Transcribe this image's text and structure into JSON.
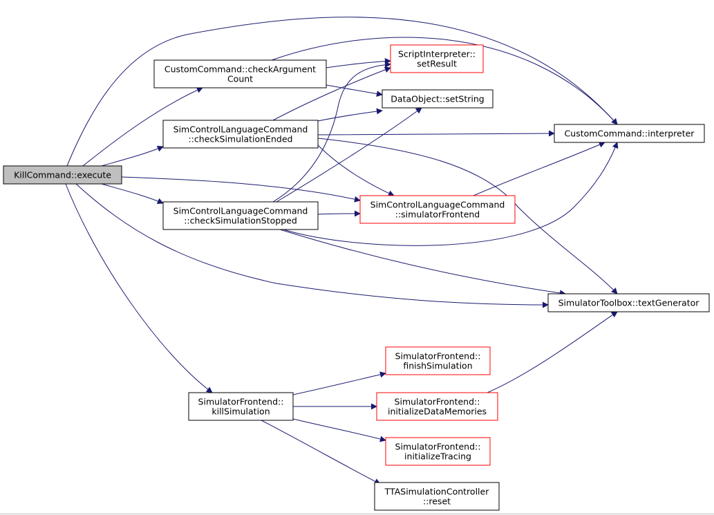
{
  "colors": {
    "edge": "#191970",
    "root_fill": "#bfbfbf",
    "node_fill": "#ffffff",
    "border_default": "#000000",
    "border_truncated": "#ff0000"
  },
  "nodes": [
    {
      "id": "kill_execute",
      "lines": [
        "KillCommand::execute"
      ],
      "style": "root"
    },
    {
      "id": "check_arg_count",
      "lines": [
        "CustomCommand::checkArgument",
        "Count"
      ],
      "style": "normal"
    },
    {
      "id": "check_sim_ended",
      "lines": [
        "SimControlLanguageCommand",
        "::checkSimulationEnded"
      ],
      "style": "normal"
    },
    {
      "id": "check_sim_stopped",
      "lines": [
        "SimControlLanguageCommand",
        "::checkSimulationStopped"
      ],
      "style": "normal"
    },
    {
      "id": "kill_simulation",
      "lines": [
        "SimulatorFrontend::",
        "killSimulation"
      ],
      "style": "normal"
    },
    {
      "id": "set_result",
      "lines": [
        "ScriptInterpreter::",
        "setResult"
      ],
      "style": "truncated"
    },
    {
      "id": "set_string",
      "lines": [
        "DataObject::setString"
      ],
      "style": "normal"
    },
    {
      "id": "interpreter",
      "lines": [
        "CustomCommand::interpreter"
      ],
      "style": "normal"
    },
    {
      "id": "sim_frontend",
      "lines": [
        "SimControlLanguageCommand",
        "::simulatorFrontend"
      ],
      "style": "truncated"
    },
    {
      "id": "text_generator",
      "lines": [
        "SimulatorToolbox::textGenerator"
      ],
      "style": "normal"
    },
    {
      "id": "finish_simulation",
      "lines": [
        "SimulatorFrontend::",
        "finishSimulation"
      ],
      "style": "truncated"
    },
    {
      "id": "init_data_memories",
      "lines": [
        "SimulatorFrontend::",
        "initializeDataMemories"
      ],
      "style": "truncated"
    },
    {
      "id": "init_tracing",
      "lines": [
        "SimulatorFrontend::",
        "initializeTracing"
      ],
      "style": "truncated"
    },
    {
      "id": "tta_reset",
      "lines": [
        "TTASimulationController",
        "::reset"
      ],
      "style": "normal"
    }
  ],
  "edges": [
    {
      "from": "kill_execute",
      "to": "check_arg_count"
    },
    {
      "from": "kill_execute",
      "to": "interpreter"
    },
    {
      "from": "kill_execute",
      "to": "check_sim_ended"
    },
    {
      "from": "kill_execute",
      "to": "check_sim_stopped"
    },
    {
      "from": "kill_execute",
      "to": "sim_frontend"
    },
    {
      "from": "kill_execute",
      "to": "text_generator"
    },
    {
      "from": "kill_execute",
      "to": "kill_simulation"
    },
    {
      "from": "check_arg_count",
      "to": "set_result"
    },
    {
      "from": "check_arg_count",
      "to": "set_string"
    },
    {
      "from": "check_arg_count",
      "to": "interpreter"
    },
    {
      "from": "check_sim_ended",
      "to": "set_result"
    },
    {
      "from": "check_sim_ended",
      "to": "set_string"
    },
    {
      "from": "check_sim_ended",
      "to": "interpreter"
    },
    {
      "from": "check_sim_ended",
      "to": "sim_frontend"
    },
    {
      "from": "check_sim_ended",
      "to": "text_generator"
    },
    {
      "from": "check_sim_stopped",
      "to": "set_result"
    },
    {
      "from": "check_sim_stopped",
      "to": "set_string"
    },
    {
      "from": "check_sim_stopped",
      "to": "sim_frontend"
    },
    {
      "from": "check_sim_stopped",
      "to": "interpreter"
    },
    {
      "from": "check_sim_stopped",
      "to": "text_generator"
    },
    {
      "from": "sim_frontend",
      "to": "interpreter"
    },
    {
      "from": "kill_simulation",
      "to": "finish_simulation"
    },
    {
      "from": "kill_simulation",
      "to": "init_data_memories"
    },
    {
      "from": "kill_simulation",
      "to": "init_tracing"
    },
    {
      "from": "kill_simulation",
      "to": "tta_reset"
    },
    {
      "from": "init_data_memories",
      "to": "text_generator"
    }
  ]
}
